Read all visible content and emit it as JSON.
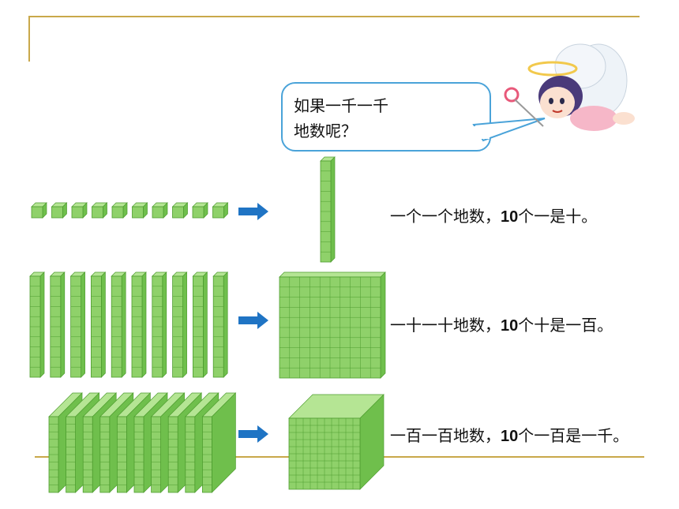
{
  "speech_bubble": {
    "line1": "如果一千一千",
    "line2": "地数呢？"
  },
  "rows": [
    {
      "prefix": "一个一个地数，",
      "number": "10",
      "suffix": "个一是十。"
    },
    {
      "prefix": "一十一十地数，",
      "number": "10",
      "suffix": "个十是一百。"
    },
    {
      "prefix": "一百一百地数，",
      "number": "10",
      "suffix": "个一百是一千。"
    }
  ],
  "colors": {
    "cube_fill": "#8fd16a",
    "cube_top": "#b5e594",
    "cube_side": "#6fbf4c",
    "grid_line": "#4e9d2f",
    "arrow": "#1f74c4",
    "rule": "#c9a84a",
    "bubble_border": "#4aa3d9"
  }
}
